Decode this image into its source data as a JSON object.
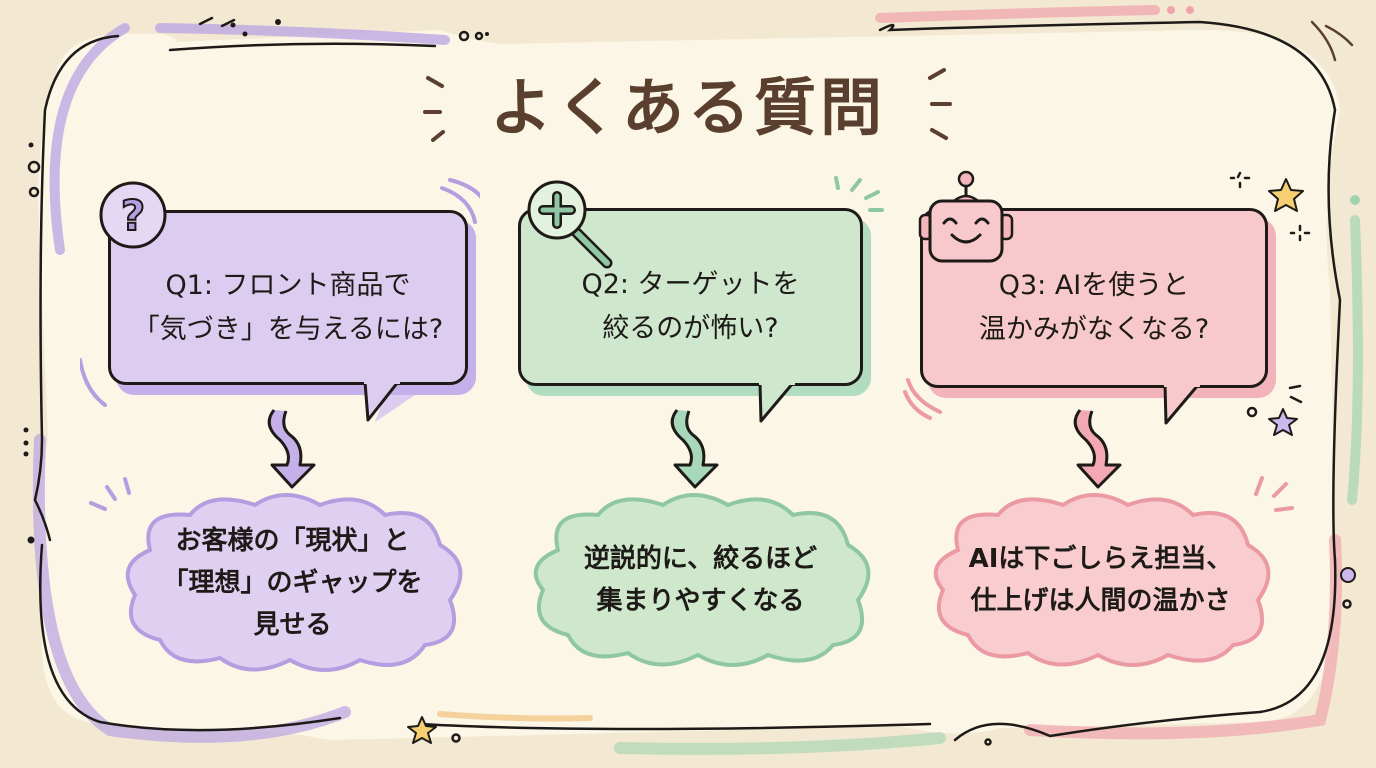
{
  "title": "よくある質問",
  "colors": {
    "background": "#f3e9d3",
    "paper": "#fbf6e6",
    "ink": "#1d1a18",
    "title_brown": "#5a3f2e",
    "title_underline": "#f4c98a",
    "purple_fill": "#dcccef",
    "purple_stroke": "#b59ee0",
    "green_fill": "#cfe7cc",
    "green_stroke": "#8fc7a4",
    "pink_fill": "#f8c9cc",
    "pink_stroke": "#eb9aa4",
    "star_yellow": "#f6cf72",
    "star_purple": "#cbb8ec"
  },
  "faq": [
    {
      "id": "q1",
      "icon": "question-mark-icon",
      "question": "Q1: フロント商品で\n「気づき」を与えるには?",
      "answer": "お客様の「現状」と\n「理想」のギャップを\n見せる",
      "theme": "purple"
    },
    {
      "id": "q2",
      "icon": "magnifier-plus-icon",
      "question": "Q2: ターゲットを\n絞るのが怖い?",
      "answer": "逆説的に、絞るほど\n集まりやすくなる",
      "theme": "green"
    },
    {
      "id": "q3",
      "icon": "robot-icon",
      "question": "Q3: AIを使うと\n温かみがなくなる?",
      "answer": "AIは下ごしらえ担当、\n仕上げは人間の温かさ",
      "theme": "pink"
    }
  ]
}
